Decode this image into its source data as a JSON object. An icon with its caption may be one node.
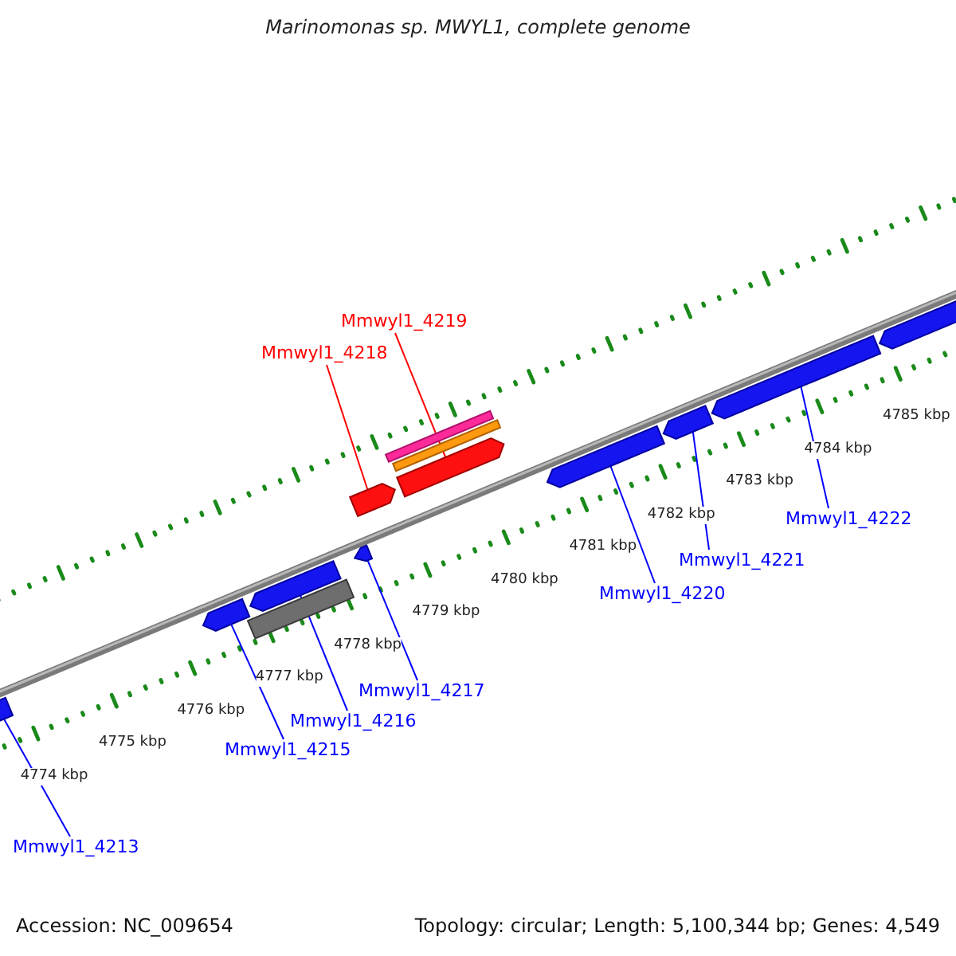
{
  "diagram": {
    "title": "Marinomonas sp. MWYL1, complete genome",
    "nodes": [
      {
        "text": [
          "Mmwyl1_4219"
        ]
      },
      {
        "text": [
          "Mmwyl1_4218"
        ]
      },
      {
        "text": [
          "Mmwyl1_4222"
        ]
      },
      {
        "text": [
          "Mmwyl1_4221"
        ]
      },
      {
        "text": [
          "Mmwyl1_4220"
        ]
      },
      {
        "text": [
          "Mmwyl1_4217"
        ]
      },
      {
        "text": [
          "Mmwyl1_4216"
        ]
      },
      {
        "text": [
          "Mmwyl1_4215"
        ]
      },
      {
        "text": [
          "Mmwyl1_4213"
        ]
      },
      {
        "text": [],
        "shape": "box"
      },
      {
        "text": [],
        "shape": "box"
      },
      {
        "text": [],
        "shape": "box"
      },
      {
        "text": [],
        "shape": "bar"
      },
      {
        "text": [],
        "shape": "box"
      },
      {
        "text": [],
        "shape": "box"
      },
      {
        "text": [],
        "shape": "bar"
      },
      {
        "text": [],
        "shape": "bar"
      },
      {
        "text": [],
        "shape": "box"
      },
      {
        "text": [],
        "shape": "box"
      },
      {
        "text": [],
        "shape": "box"
      },
      {
        "text": [],
        "shape": "box"
      },
      {
        "text": [],
        "shape": "box"
      }
    ],
    "edges": [
      {
        "from": 0,
        "to": 17,
        "arrow": "none",
        "color": "#ff0000"
      },
      {
        "from": 1,
        "to": 13,
        "arrow": "none",
        "color": "#ff0000"
      },
      {
        "from": 2,
        "to": 20,
        "arrow": "none"
      },
      {
        "from": 3,
        "to": 19,
        "arrow": "none"
      },
      {
        "from": 4,
        "to": 18,
        "arrow": "none"
      },
      {
        "from": 5,
        "to": 14,
        "arrow": "none"
      },
      {
        "from": 6,
        "to": 11,
        "arrow": "none"
      },
      {
        "from": 7,
        "to": 10,
        "arrow": "none"
      },
      {
        "from": 8,
        "to": 9,
        "arrow": "none"
      }
    ],
    "labels": [
      "4774 kbp",
      "4775 kbp",
      "4776 kbp",
      "4777 kbp",
      "4778 kbp",
      "4779 kbp",
      "4780 kbp",
      "4781 kbp",
      "4782 kbp",
      "4783 kbp",
      "4784 kbp",
      "4785 kbp",
      "Accession: NC_009654",
      "Topology: circular; Length: 5,100,344 bp; Genes: 4,549"
    ]
  }
}
